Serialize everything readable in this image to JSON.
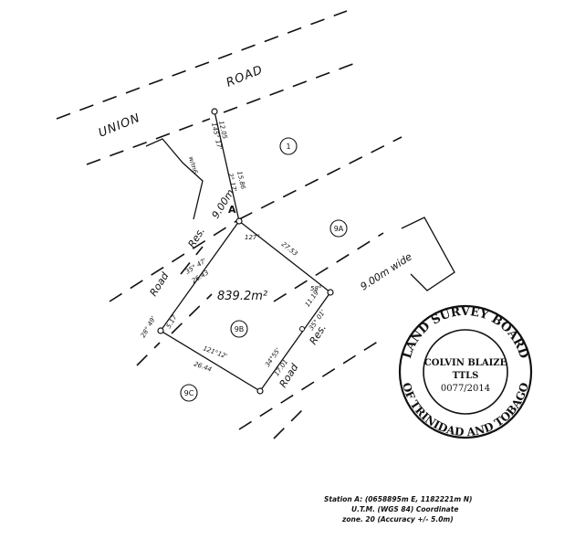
{
  "plan": {
    "road_top_word1": "UNION",
    "road_top_word2": "ROAD",
    "road_left_word1": "Road",
    "road_left_word2": "Res.",
    "road_right_word1": "Road",
    "road_right_word2": "Res.",
    "width_left": "9.00m",
    "width_right": "9.00m wide",
    "width_tiny": "w/m6",
    "area": "839.2m²",
    "point_a": "A",
    "lot_1": "1",
    "lot_9a": "9A",
    "lot_9b": "9B",
    "lot_9c": "9C",
    "meas": {
      "n1_dist": "12.05",
      "n1_bear": "145° 17'",
      "n2_dist": "15.86",
      "n2_bear": "2° 17'",
      "ne_angle": "127°",
      "ne_dist": "27.53",
      "e_angle": "58°",
      "e_dist": "11.19",
      "e_bear": "35° 01'",
      "nw_bear": "35° 47'",
      "nw_dist": "26.43",
      "w_bear": "28° 49'",
      "w_dist": "5.17",
      "s_bear": "121°12'",
      "s_dist": "26.44",
      "se_bear": "34°55'",
      "se_dist": "17.01"
    }
  },
  "seal": {
    "arc_top": "LAND SURVEY BOARD",
    "arc_bottom": "OF TRINIDAD AND TOBAGO",
    "name": "COLVIN BLAIZE",
    "title": "TTLS",
    "number": "0077/2014"
  },
  "station": {
    "line1": "Station A: (0658895m E, 1182221m N)",
    "line2": "U.T.M. (WGS 84) Coordinate",
    "line3": "zone. 20 (Accuracy +/- 5.0m)"
  }
}
